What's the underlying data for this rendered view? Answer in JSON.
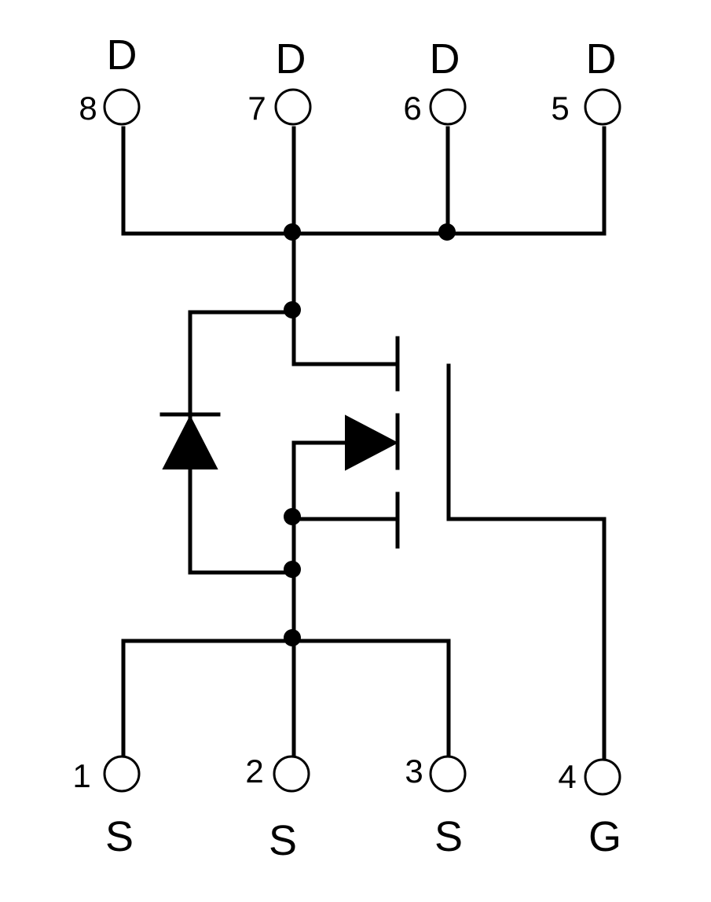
{
  "pins": {
    "p8": {
      "number": "8",
      "name": "D"
    },
    "p7": {
      "number": "7",
      "name": "D"
    },
    "p6": {
      "number": "6",
      "name": "D"
    },
    "p5": {
      "number": "5",
      "name": "D"
    },
    "p1": {
      "number": "1",
      "name": "S"
    },
    "p2": {
      "number": "2",
      "name": "S"
    },
    "p3": {
      "number": "3",
      "name": "S"
    },
    "p4": {
      "number": "4",
      "name": "G"
    }
  },
  "colors": {
    "line": "#000000",
    "background": "#ffffff"
  }
}
